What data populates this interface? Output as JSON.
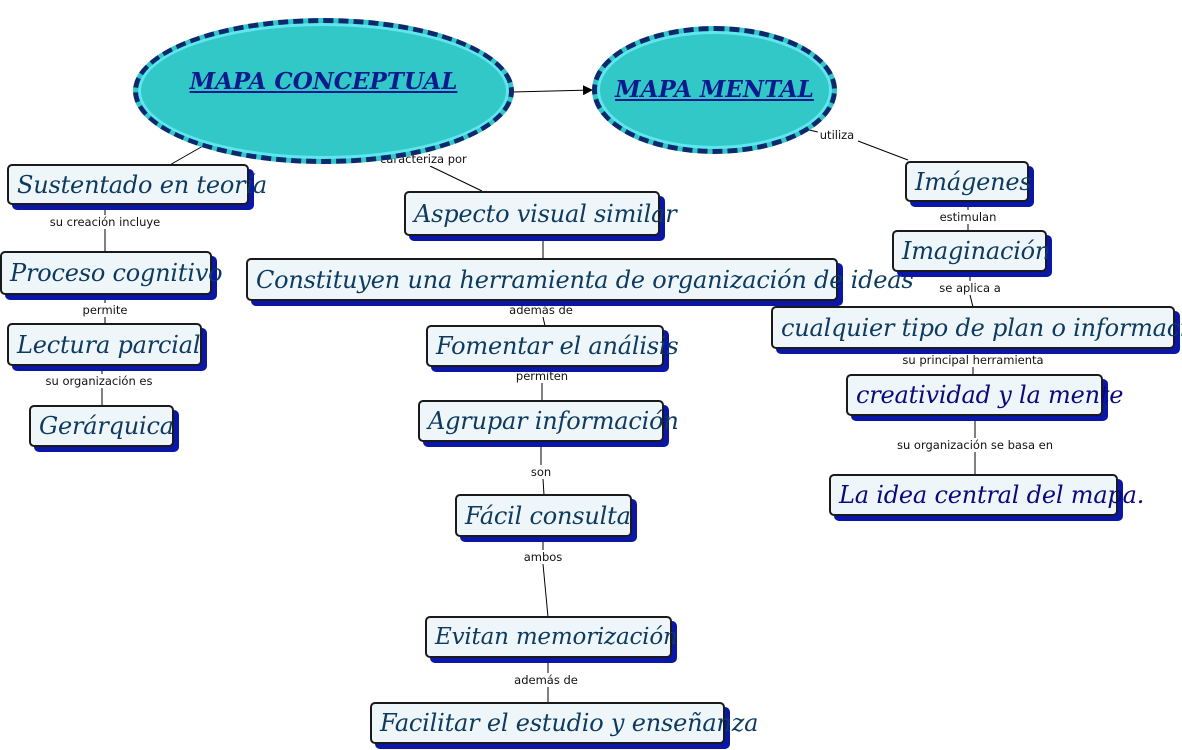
{
  "diagram": {
    "main_node": "MAPA CONCEPTUAL",
    "second_node": "MAPA MENTAL",
    "left_branch": {
      "nodes": [
        "Sustentado en teoría",
        "Proceso cognitivo",
        "Lectura parcial",
        "Gerárquica"
      ],
      "links": [
        "su creación incluye",
        "permite",
        "su organización es"
      ]
    },
    "center_branch": {
      "link_top": "caracteriza por",
      "nodes": [
        "Aspecto visual similar",
        "Constituyen una herramienta de organización de ideas",
        "Fomentar el análisis",
        "Agrupar información",
        "Fácil consulta",
        "Evitan memorización",
        "Facilitar el estudio y enseñanza"
      ],
      "links": [
        "además de",
        "permiten",
        "son",
        "ambos",
        "además de"
      ]
    },
    "right_branch": {
      "link_top": "utiliza",
      "nodes": [
        "Imágenes",
        "Imaginación",
        "cualquier tipo de plan o información",
        "creatividad y la mente",
        "La idea central del mapa."
      ],
      "links": [
        "estimulan",
        "se aplica a",
        "su principal herramienta",
        "su organización se basa en"
      ]
    }
  }
}
